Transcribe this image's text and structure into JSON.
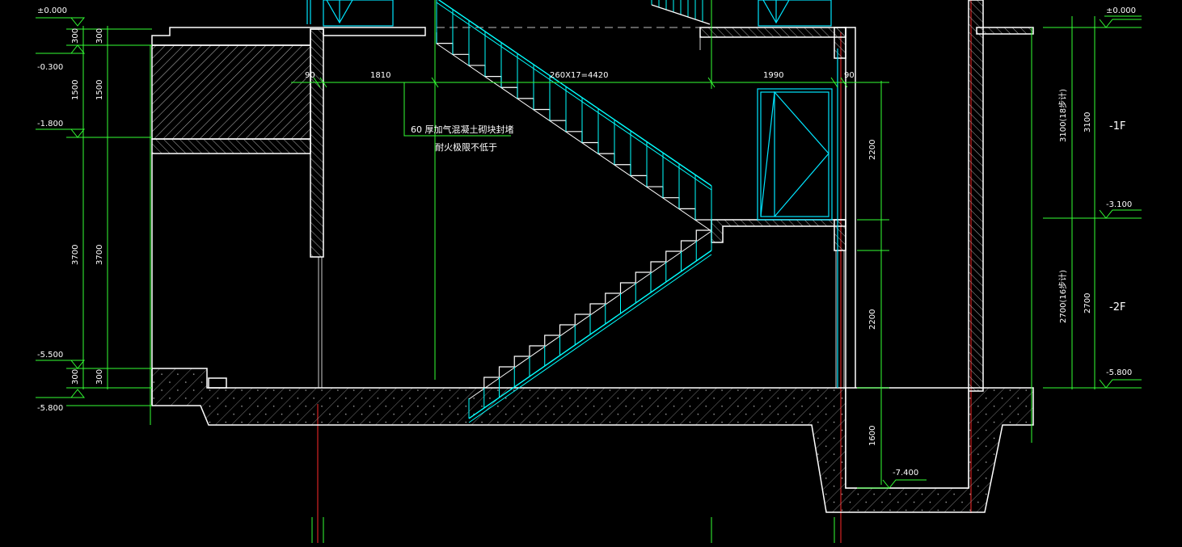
{
  "drawing": {
    "colors": {
      "background": "#000000",
      "dimension_green": "#33ff33",
      "wall_white": "#ffffff",
      "railing_cyan": "#00ffff",
      "axis_red": "#ff0000"
    },
    "left_elevations": {
      "top": "±0.000",
      "l2": "-0.300",
      "l3": "-1.800",
      "l4": "-5.500",
      "bottom": "-5.800"
    },
    "right_elevations": {
      "top": "±0.000",
      "mid": "-3.100",
      "low": "-5.800",
      "pit": "-7.400"
    },
    "left_dims": {
      "outer": {
        "d1": "300",
        "d2": "1500",
        "d3": "3700",
        "d4": "300"
      },
      "inner": {
        "d1": "300",
        "d2": "1500",
        "d3": "3700",
        "d4": "300"
      }
    },
    "horizontal_dims": {
      "wall_left": "90",
      "span_left": "1810",
      "stair_span": "260X17=4420",
      "span_right": "1990",
      "wall_right": "90"
    },
    "door_dims": {
      "upper": "2200",
      "lower": "2200",
      "pit": "1600"
    },
    "right_dims": {
      "story1_total": "3100(18步计)",
      "story1": "3100",
      "story2_total": "2700(16步计)",
      "story2": "2700"
    },
    "floors": {
      "f1": "-1F",
      "f2": "-2F"
    },
    "note": {
      "line1": "60 厚加气混凝土砌块封堵",
      "line2": "耐火极限不低于"
    }
  }
}
